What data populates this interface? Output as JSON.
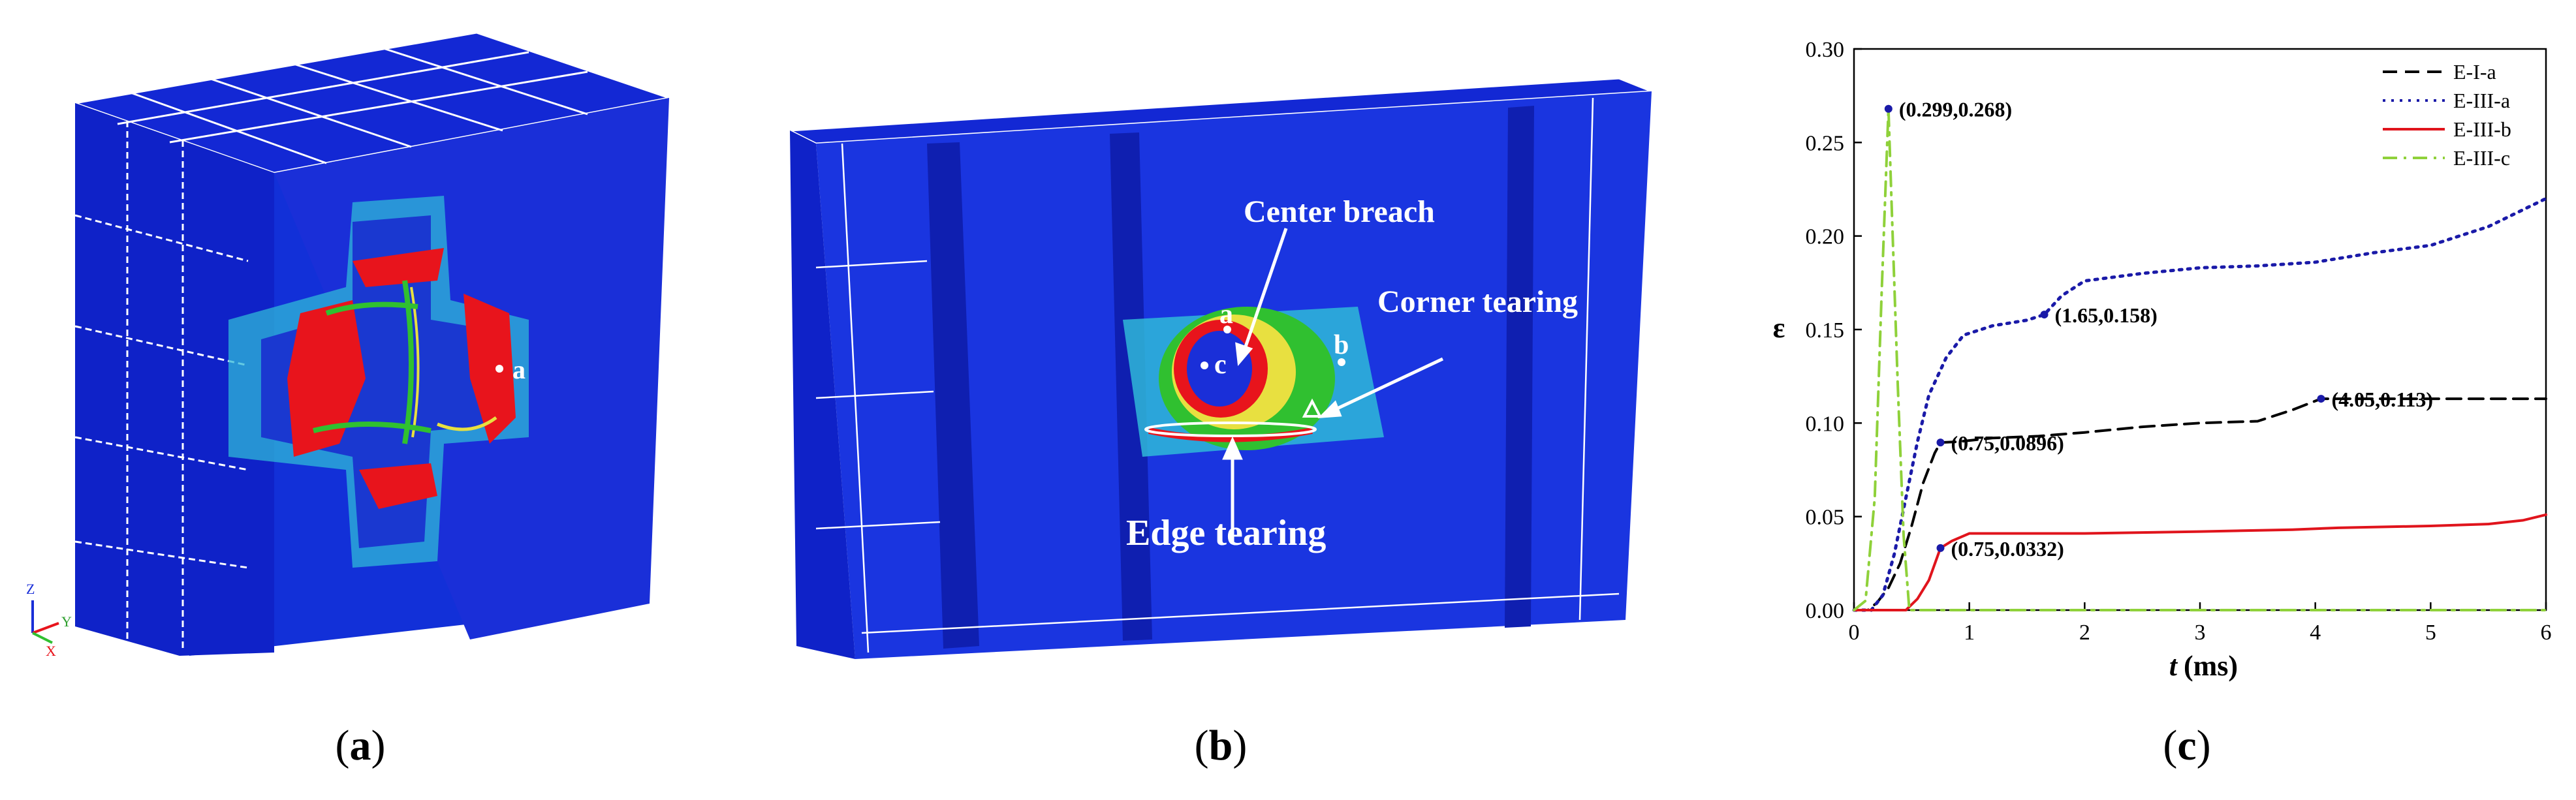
{
  "panel_a": {
    "point_label": "a",
    "axis_labels": {
      "z": "Z",
      "x": "X",
      "y": "Y"
    }
  },
  "panel_b": {
    "annotations": {
      "center_breach": "Center breach",
      "corner_tearing": "Corner tearing",
      "edge_tearing": "Edge tearing"
    },
    "point_labels": {
      "a": "a",
      "b": "b",
      "c": "c"
    }
  },
  "captions": {
    "a": "a",
    "b": "b",
    "c": "c"
  },
  "colors": {
    "structure_blue": "#1a2fd8",
    "damage_red": "#e8141c",
    "strain_cyan": "#2fb8d8",
    "strain_green": "#30c030",
    "strain_yellow": "#e8e040",
    "series_E_I_a": "#000000",
    "series_E_III_a": "#1a1aa8",
    "series_E_III_b": "#e0141c",
    "series_E_III_c": "#8fd13a"
  },
  "chart_data": {
    "type": "line",
    "xlabel_italic": "t",
    "xlabel_unit": "(ms)",
    "ylabel": "ε",
    "xlim": [
      0,
      6
    ],
    "ylim": [
      0,
      0.3
    ],
    "xticks": [
      "0",
      "1",
      "2",
      "3",
      "4",
      "5",
      "6"
    ],
    "yticks": [
      "0.00",
      "0.05",
      "0.10",
      "0.15",
      "0.20",
      "0.25",
      "0.30"
    ],
    "legend_position": "top-right",
    "series": [
      {
        "name": "E-I-a",
        "style": "dash",
        "color": "#000000",
        "points": [
          [
            0.0,
            0.0
          ],
          [
            0.12,
            0.0
          ],
          [
            0.2,
            0.004
          ],
          [
            0.3,
            0.012
          ],
          [
            0.4,
            0.025
          ],
          [
            0.5,
            0.045
          ],
          [
            0.6,
            0.068
          ],
          [
            0.7,
            0.084
          ],
          [
            0.75,
            0.0896
          ],
          [
            0.9,
            0.09
          ],
          [
            1.2,
            0.092
          ],
          [
            1.6,
            0.093
          ],
          [
            2.0,
            0.095
          ],
          [
            2.5,
            0.098
          ],
          [
            3.0,
            0.1
          ],
          [
            3.5,
            0.101
          ],
          [
            3.8,
            0.107
          ],
          [
            4.05,
            0.113
          ],
          [
            4.5,
            0.113
          ],
          [
            5.0,
            0.113
          ],
          [
            5.5,
            0.113
          ],
          [
            6.0,
            0.113
          ]
        ]
      },
      {
        "name": "E-III-a",
        "style": "dot",
        "color": "#1a1aa8",
        "points": [
          [
            0.0,
            0.0
          ],
          [
            0.15,
            0.0
          ],
          [
            0.25,
            0.008
          ],
          [
            0.35,
            0.03
          ],
          [
            0.45,
            0.06
          ],
          [
            0.55,
            0.09
          ],
          [
            0.65,
            0.115
          ],
          [
            0.8,
            0.135
          ],
          [
            0.95,
            0.147
          ],
          [
            1.2,
            0.152
          ],
          [
            1.5,
            0.155
          ],
          [
            1.65,
            0.158
          ],
          [
            1.8,
            0.168
          ],
          [
            2.0,
            0.176
          ],
          [
            2.5,
            0.18
          ],
          [
            3.0,
            0.183
          ],
          [
            3.5,
            0.184
          ],
          [
            4.0,
            0.186
          ],
          [
            4.5,
            0.191
          ],
          [
            5.0,
            0.195
          ],
          [
            5.5,
            0.205
          ],
          [
            6.0,
            0.22
          ]
        ]
      },
      {
        "name": "E-III-b",
        "style": "solid",
        "color": "#e0141c",
        "points": [
          [
            0.0,
            0.0
          ],
          [
            0.45,
            0.0
          ],
          [
            0.55,
            0.006
          ],
          [
            0.65,
            0.016
          ],
          [
            0.75,
            0.0332
          ],
          [
            0.85,
            0.037
          ],
          [
            1.0,
            0.041
          ],
          [
            1.5,
            0.041
          ],
          [
            2.0,
            0.041
          ],
          [
            3.0,
            0.042
          ],
          [
            3.8,
            0.043
          ],
          [
            4.2,
            0.044
          ],
          [
            5.0,
            0.045
          ],
          [
            5.5,
            0.046
          ],
          [
            5.8,
            0.048
          ],
          [
            6.0,
            0.051
          ]
        ]
      },
      {
        "name": "E-III-c",
        "style": "dashdot",
        "color": "#8fd13a",
        "points": [
          [
            0.0,
            0.0
          ],
          [
            0.1,
            0.005
          ],
          [
            0.18,
            0.06
          ],
          [
            0.24,
            0.17
          ],
          [
            0.299,
            0.268
          ],
          [
            0.33,
            0.21
          ],
          [
            0.38,
            0.12
          ],
          [
            0.43,
            0.04
          ],
          [
            0.48,
            0.0
          ],
          [
            6.0,
            0.0
          ]
        ]
      }
    ],
    "annotations": [
      {
        "text": "(0.299,0.268)",
        "x": 0.299,
        "y": 0.268
      },
      {
        "text": "(1.65,0.158)",
        "x": 1.65,
        "y": 0.158
      },
      {
        "text": "(0.75,0.0896)",
        "x": 0.75,
        "y": 0.0896
      },
      {
        "text": "(4.05,0.113)",
        "x": 4.05,
        "y": 0.113
      },
      {
        "text": "(0.75,0.0332)",
        "x": 0.75,
        "y": 0.0332
      }
    ]
  }
}
